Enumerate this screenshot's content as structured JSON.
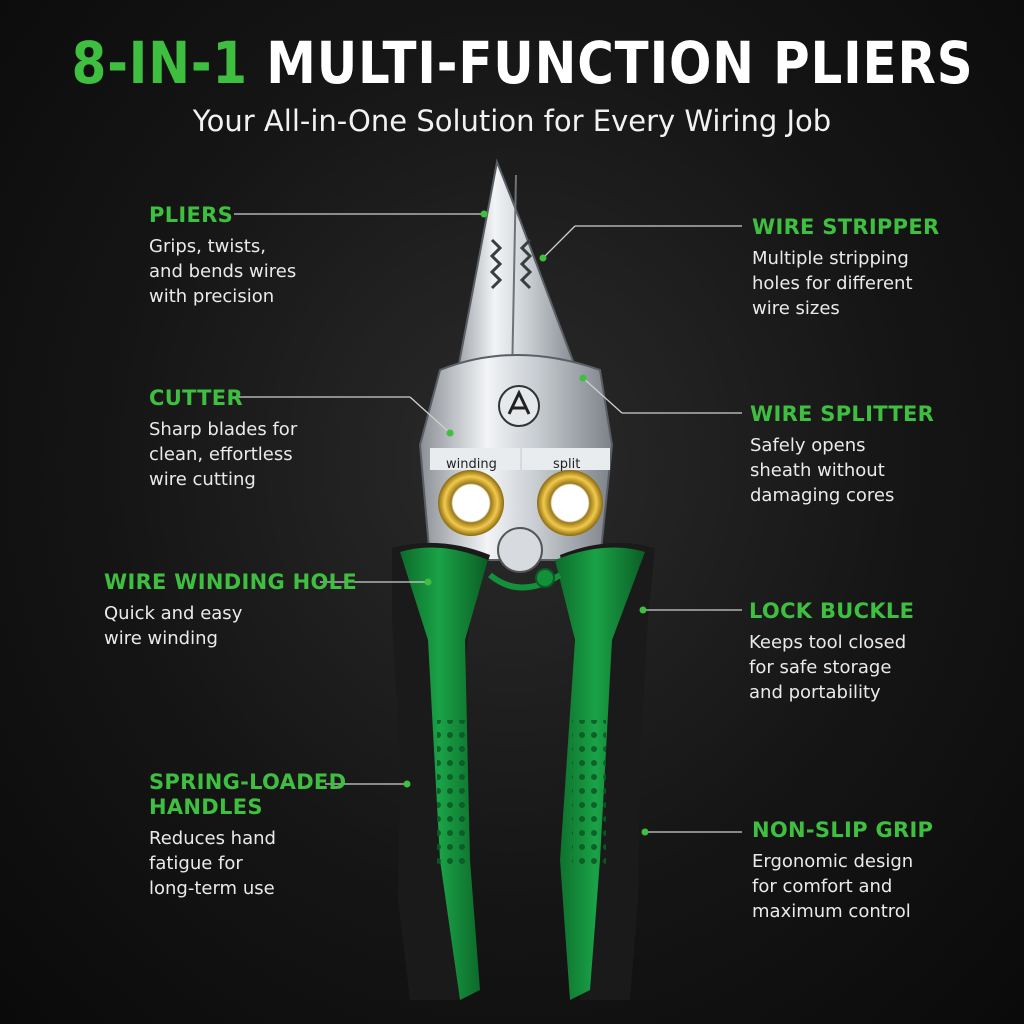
{
  "header": {
    "title_accent": "8-IN-1",
    "title_main": "MULTI-FUNCTION PLIERS",
    "subtitle": "Your All-in-One Solution for Every Wiring Job"
  },
  "tool_labels": {
    "winding": "winding",
    "split": "split"
  },
  "features": {
    "pliers": {
      "title": "PLIERS",
      "desc": "Grips, twists,\nand bends wires\nwith precision"
    },
    "cutter": {
      "title": "CUTTER",
      "desc": "Sharp blades for\nclean, effortless\nwire cutting"
    },
    "wire_winding_hole": {
      "title": "WIRE WINDING HOLE",
      "desc": "Quick and easy\nwire winding"
    },
    "spring_loaded_handles": {
      "title": "SPRING-LOADED\nHANDLES",
      "desc": "Reduces hand\nfatigue for\nlong-term use"
    },
    "wire_stripper": {
      "title": "WIRE STRIPPER",
      "desc": "Multiple stripping\nholes for different\nwire sizes"
    },
    "wire_splitter": {
      "title": "WIRE SPLITTER",
      "desc": "Safely opens\nsheath without\ndamaging cores"
    },
    "lock_buckle": {
      "title": "LOCK BUCKLE",
      "desc": "Keeps tool closed\nfor safe storage\nand portability"
    },
    "non_slip_grip": {
      "title": "NON-SLIP GRIP",
      "desc": "Ergonomic design\nfor comfort and\nmaximum control"
    }
  },
  "colors": {
    "accent": "#3fbf3f",
    "handle_green": "#14913a",
    "handle_black": "#1a1a1a",
    "brass": "#d4a017"
  }
}
